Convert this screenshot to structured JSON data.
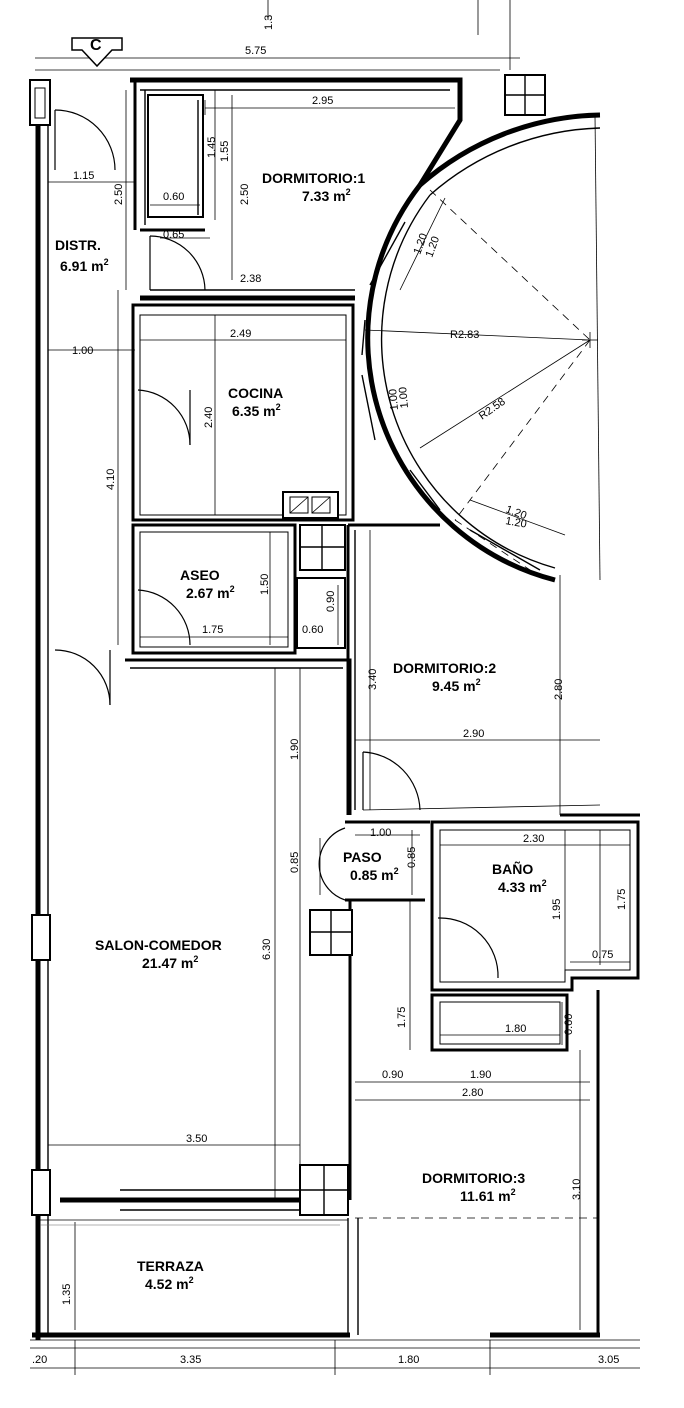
{
  "marker": {
    "label": "C"
  },
  "rooms": {
    "dormitorio1": {
      "name": "DORMITORIO:1",
      "area": "7.33 m",
      "sup": "2"
    },
    "distr": {
      "name": "DISTR.",
      "area": "6.91 m",
      "sup": "2"
    },
    "cocina": {
      "name": "COCINA",
      "area": "6.35 m",
      "sup": "2"
    },
    "aseo": {
      "name": "ASEO",
      "area": "2.67 m",
      "sup": "2"
    },
    "dormitorio2": {
      "name": "DORMITORIO:2",
      "area": "9.45 m",
      "sup": "2"
    },
    "paso": {
      "name": "PASO",
      "area": "0.85 m",
      "sup": "2"
    },
    "bano": {
      "name": "BAÑO",
      "area": "4.33 m",
      "sup": "2"
    },
    "salon": {
      "name": "SALON-COMEDOR",
      "area": "21.47 m",
      "sup": "2"
    },
    "dormitorio3": {
      "name": "DORMITORIO:3",
      "area": "11.61 m",
      "sup": "2"
    },
    "terraza": {
      "name": "TERRAZA",
      "area": "4.52 m",
      "sup": "2"
    }
  },
  "dimensions": {
    "top_575": "5.75",
    "d1_295": "2.95",
    "d1_145": "1.45",
    "d1_155": "1.55",
    "d1_250a": "2.50",
    "d1_060": "0.60",
    "d1_065": "0.65",
    "distr_115": "1.15",
    "distr_250": "2.50",
    "d1_238": "2.38",
    "r_120a": "1.20",
    "r_120b": "1.20",
    "r_283": "R2.83",
    "r_258": "R2.58",
    "r_100a": "1.00",
    "r_100b": "1.00",
    "r_120c": "1.20",
    "r_120d": "1.20",
    "coc_249": "2.49",
    "hall_100": "1.00",
    "coc_240": "2.40",
    "hall_410": "4.10",
    "aseo_150": "1.50",
    "aseo_175": "1.75",
    "sh_090": "0.90",
    "sh_060": "0.60",
    "d2_340": "3.40",
    "d2_280": "2.80",
    "d2_290": "2.90",
    "sal_190": "1.90",
    "paso_100": "1.00",
    "bano_230": "2.30",
    "paso_085a": "0.85",
    "paso_085b": "0.85",
    "bano_195": "1.95",
    "bano_175": "1.75",
    "bano_075": "0.75",
    "sal_630": "6.30",
    "d3_175": "1.75",
    "d3_180": "1.80",
    "d3_060": "0.60",
    "d3_090": "0.90",
    "d3_190": "1.90",
    "d3_280": "2.80",
    "sal_350": "3.50",
    "d3_310": "3.10",
    "ter_135": "1.35",
    "bot_20": ".20",
    "bot_335": "3.35",
    "bot_180": "1.80",
    "bot_305": "3.05",
    "top_13": "1.3"
  }
}
